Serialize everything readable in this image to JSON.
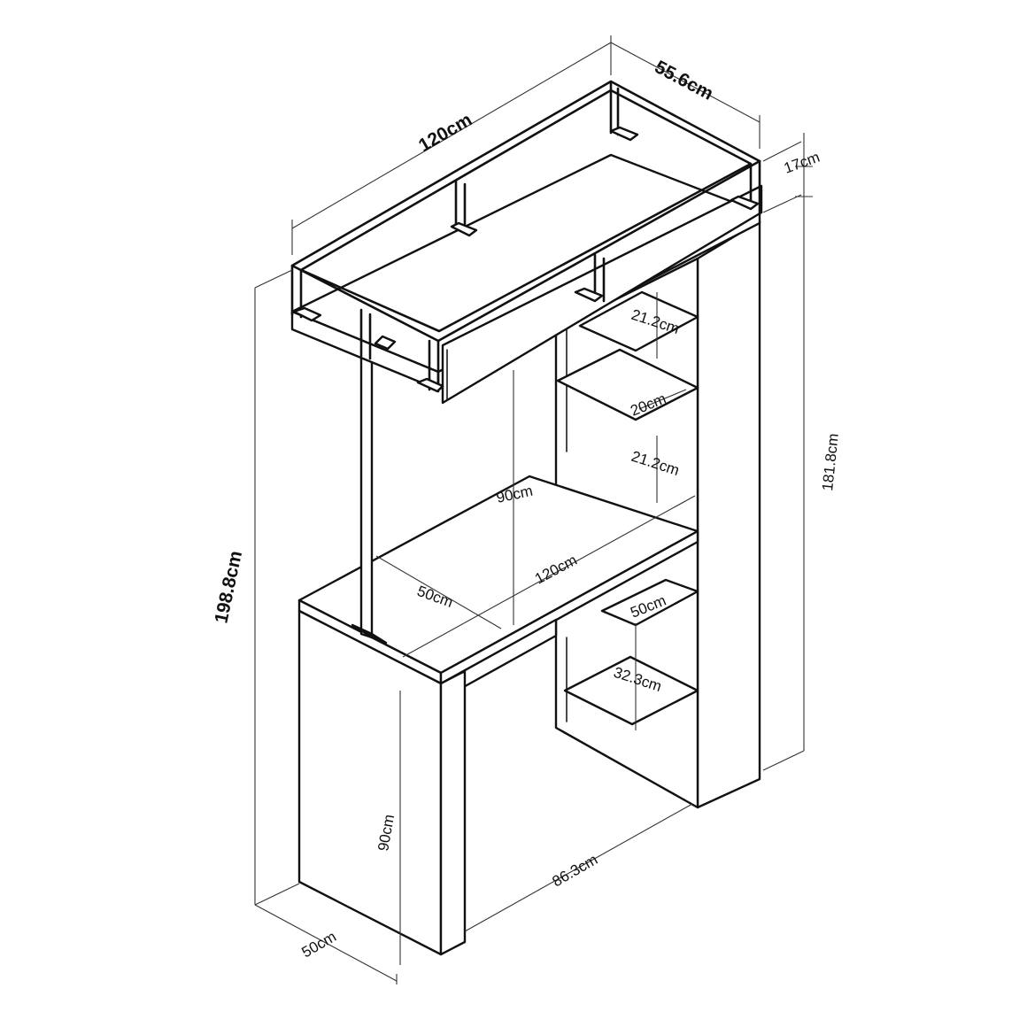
{
  "dimensions": {
    "top_width": "120cm",
    "top_depth": "55.6cm",
    "top_rail_height": "17cm",
    "overall_height": "198.8cm",
    "tower_height": "181.8cm",
    "shelf_upper": "21.2cm",
    "shelf_middle": "20cm",
    "shelf_lower": "21.2cm",
    "desk_clearance": "90cm",
    "desk_width": "120cm",
    "desk_depth": "50cm",
    "lower_shelf_depth": "50cm",
    "lower_shelf_height": "32.3cm",
    "leg_height": "90cm",
    "knee_width": "86.3cm",
    "base_depth": "50cm"
  }
}
